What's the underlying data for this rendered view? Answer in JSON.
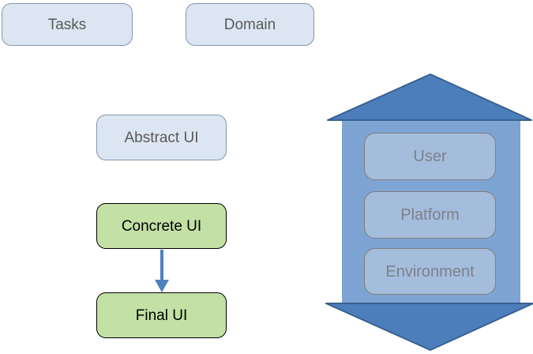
{
  "flow": {
    "tasks": "Tasks",
    "domain": "Domain",
    "abstract_ui": "Abstract UI",
    "concrete_ui": "Concrete UI",
    "final_ui": "Final UI"
  },
  "context": {
    "user": "User",
    "platform": "Platform",
    "environment": "Environment"
  },
  "colors": {
    "light-box-fill": "#dce6f2",
    "light-box-border": "#8496ac",
    "light-box-text": "#595959",
    "green-box-fill": "#c3e0a5",
    "green-box-border": "#000000",
    "green-box-text": "#000000",
    "inner-box-fill": "#a5bddc",
    "inner-box-border": "#7f7f7f",
    "inner-box-text": "#7b818b",
    "arrow-body-fill": "#7da4d2",
    "arrow-head-fill": "#4d7ebc",
    "arrow-head-stroke": "#38618f",
    "connector-color": "#4f81bd"
  }
}
